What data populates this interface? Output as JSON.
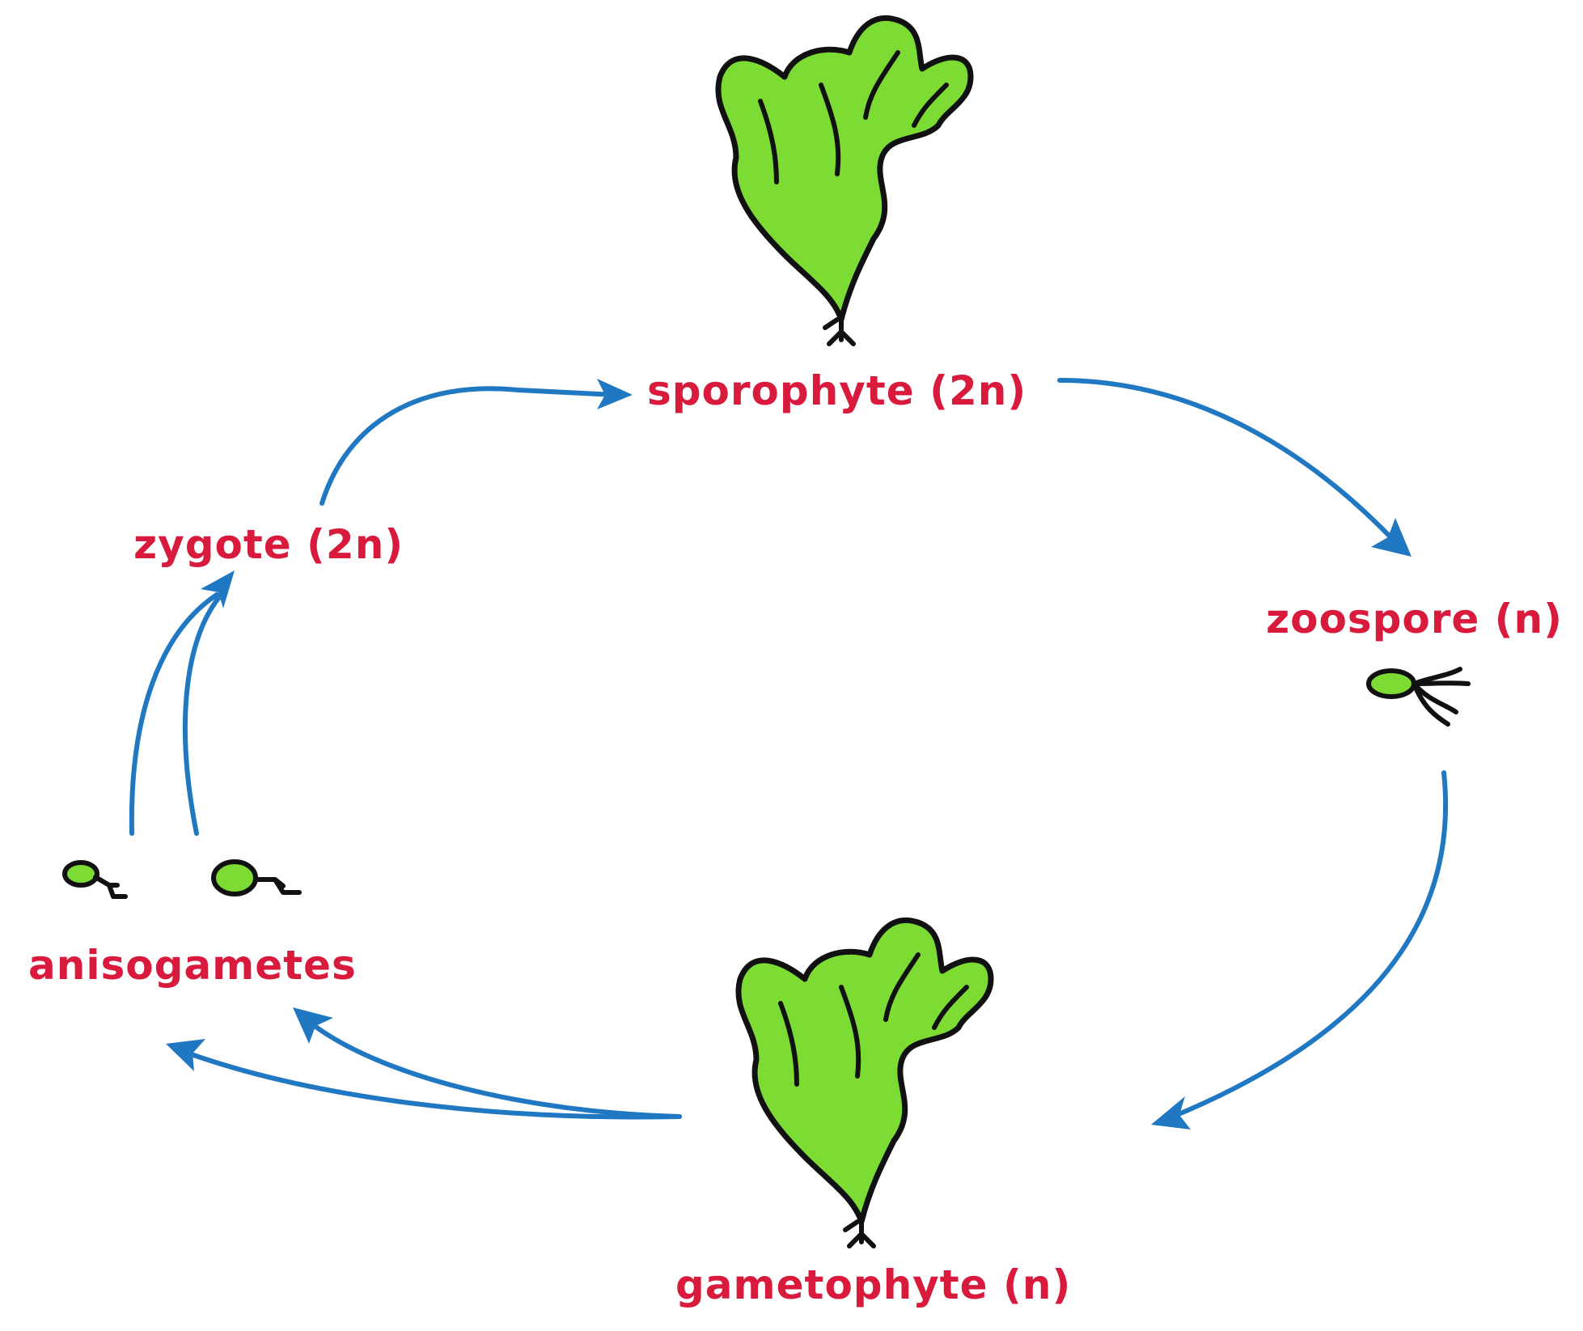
{
  "labels": {
    "sporophyte": "sporophyte (2n)",
    "zoospore": "zoospore (n)",
    "gametophyte": "gametophyte (n)",
    "anisogametes": "anisogametes",
    "zygote": "zygote (2n)"
  },
  "colors": {
    "label": "#d81b3c",
    "arrow": "#1f78c1",
    "thallus": "#7ddc34",
    "outline": "#111111"
  },
  "icons": [
    "thallus-icon",
    "zoospore-icon",
    "gamete-icon"
  ]
}
